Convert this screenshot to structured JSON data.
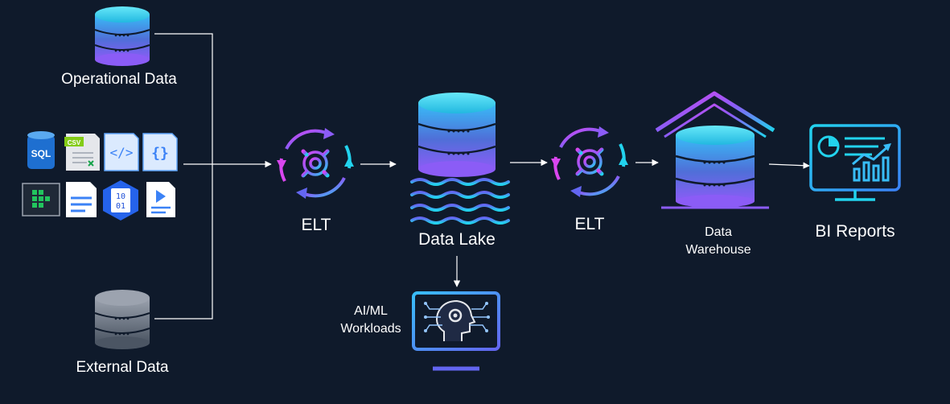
{
  "labels": {
    "operational": "Operational Data",
    "external": "External Data",
    "elt1": "ELT",
    "elt2": "ELT",
    "lake": "Data Lake",
    "warehouse_1": "Data",
    "warehouse_2": "Warehouse",
    "bi": "BI Reports",
    "aiml_1": "AI/ML",
    "aiml_2": "Workloads"
  },
  "file_icons": {
    "sql": "SQL",
    "csv": "CSV",
    "binary_1": "10",
    "binary_2": "01"
  },
  "colors": {
    "background": "#0f1a2b",
    "connector": "#ffffff",
    "gradient_cyan": "#22d3ee",
    "gradient_purple": "#a855f7",
    "gradient_magenta": "#d946ef",
    "gray_db": "#8a8f98"
  },
  "icons": [
    "database-icon",
    "gear-cycle-icon",
    "warehouse-icon",
    "dashboard-monitor-icon",
    "ai-monitor-icon",
    "sql-file-icon",
    "csv-file-icon",
    "xml-file-icon",
    "json-file-icon",
    "grid-icon",
    "document-icon",
    "binary-icon",
    "media-file-icon"
  ]
}
